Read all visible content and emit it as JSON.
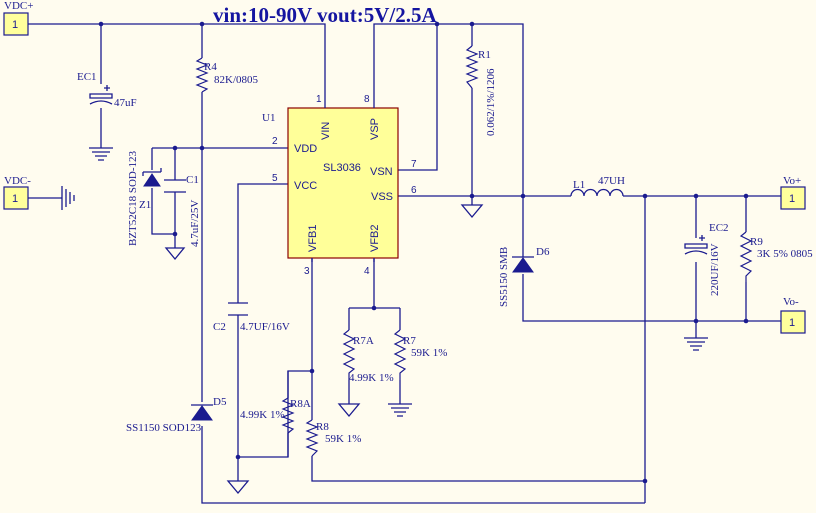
{
  "title": "vin:10-90V vout:5V/2.5A",
  "colors": {
    "background": "#FFFCEF",
    "wire": "#1B1B8F",
    "ic_fill": "#FFFF99",
    "ic_border": "#8B0000",
    "title": "#1515A0"
  },
  "connectors": {
    "vdc_plus": {
      "label": "VDC+",
      "pin": "1"
    },
    "vdc_minus": {
      "label": "VDC-",
      "pin": "1"
    },
    "vo_plus": {
      "label": "Vo+",
      "pin": "1"
    },
    "vo_minus": {
      "label": "Vo-",
      "pin": "1"
    }
  },
  "ic": {
    "ref": "U1",
    "name": "SL3036",
    "pins": {
      "vin": {
        "name": "VIN",
        "num": "1"
      },
      "vdd": {
        "name": "VDD",
        "num": "2"
      },
      "vfb1": {
        "name": "VFB1",
        "num": "3"
      },
      "vfb2": {
        "name": "VFB2",
        "num": "4"
      },
      "vcc": {
        "name": "VCC",
        "num": "5"
      },
      "vss": {
        "name": "VSS",
        "num": "6"
      },
      "vsn": {
        "name": "VSN",
        "num": "7"
      },
      "vsp": {
        "name": "VSP",
        "num": "8"
      }
    }
  },
  "components": {
    "ec1": {
      "ref": "EC1",
      "value": "47uF"
    },
    "r4": {
      "ref": "R4",
      "value": "82K/0805"
    },
    "z1": {
      "ref": "Z1",
      "value": "BZT52C18 SOD-123"
    },
    "c1": {
      "ref": "C1",
      "value": "4.7uF/25V"
    },
    "c2": {
      "ref": "C2",
      "value": "4.7UF/16V"
    },
    "d5": {
      "ref": "D5",
      "value": "SS1150 SOD123"
    },
    "r8a": {
      "ref": "R8A",
      "value": "4.99K 1%"
    },
    "r8": {
      "ref": "R8",
      "value": "59K 1%"
    },
    "r7a": {
      "ref": "R7A",
      "value": "4.99K 1%"
    },
    "r7": {
      "ref": "R7",
      "value": "59K 1%"
    },
    "r1": {
      "ref": "R1",
      "value": "0.062/1%/1206"
    },
    "d6": {
      "ref": "D6",
      "value": "SS5150 SMB"
    },
    "l1": {
      "ref": "L1",
      "value": "47UH"
    },
    "ec2": {
      "ref": "EC2",
      "value": "220UF/16V"
    },
    "r9": {
      "ref": "R9",
      "value": "3K 5% 0805"
    }
  }
}
